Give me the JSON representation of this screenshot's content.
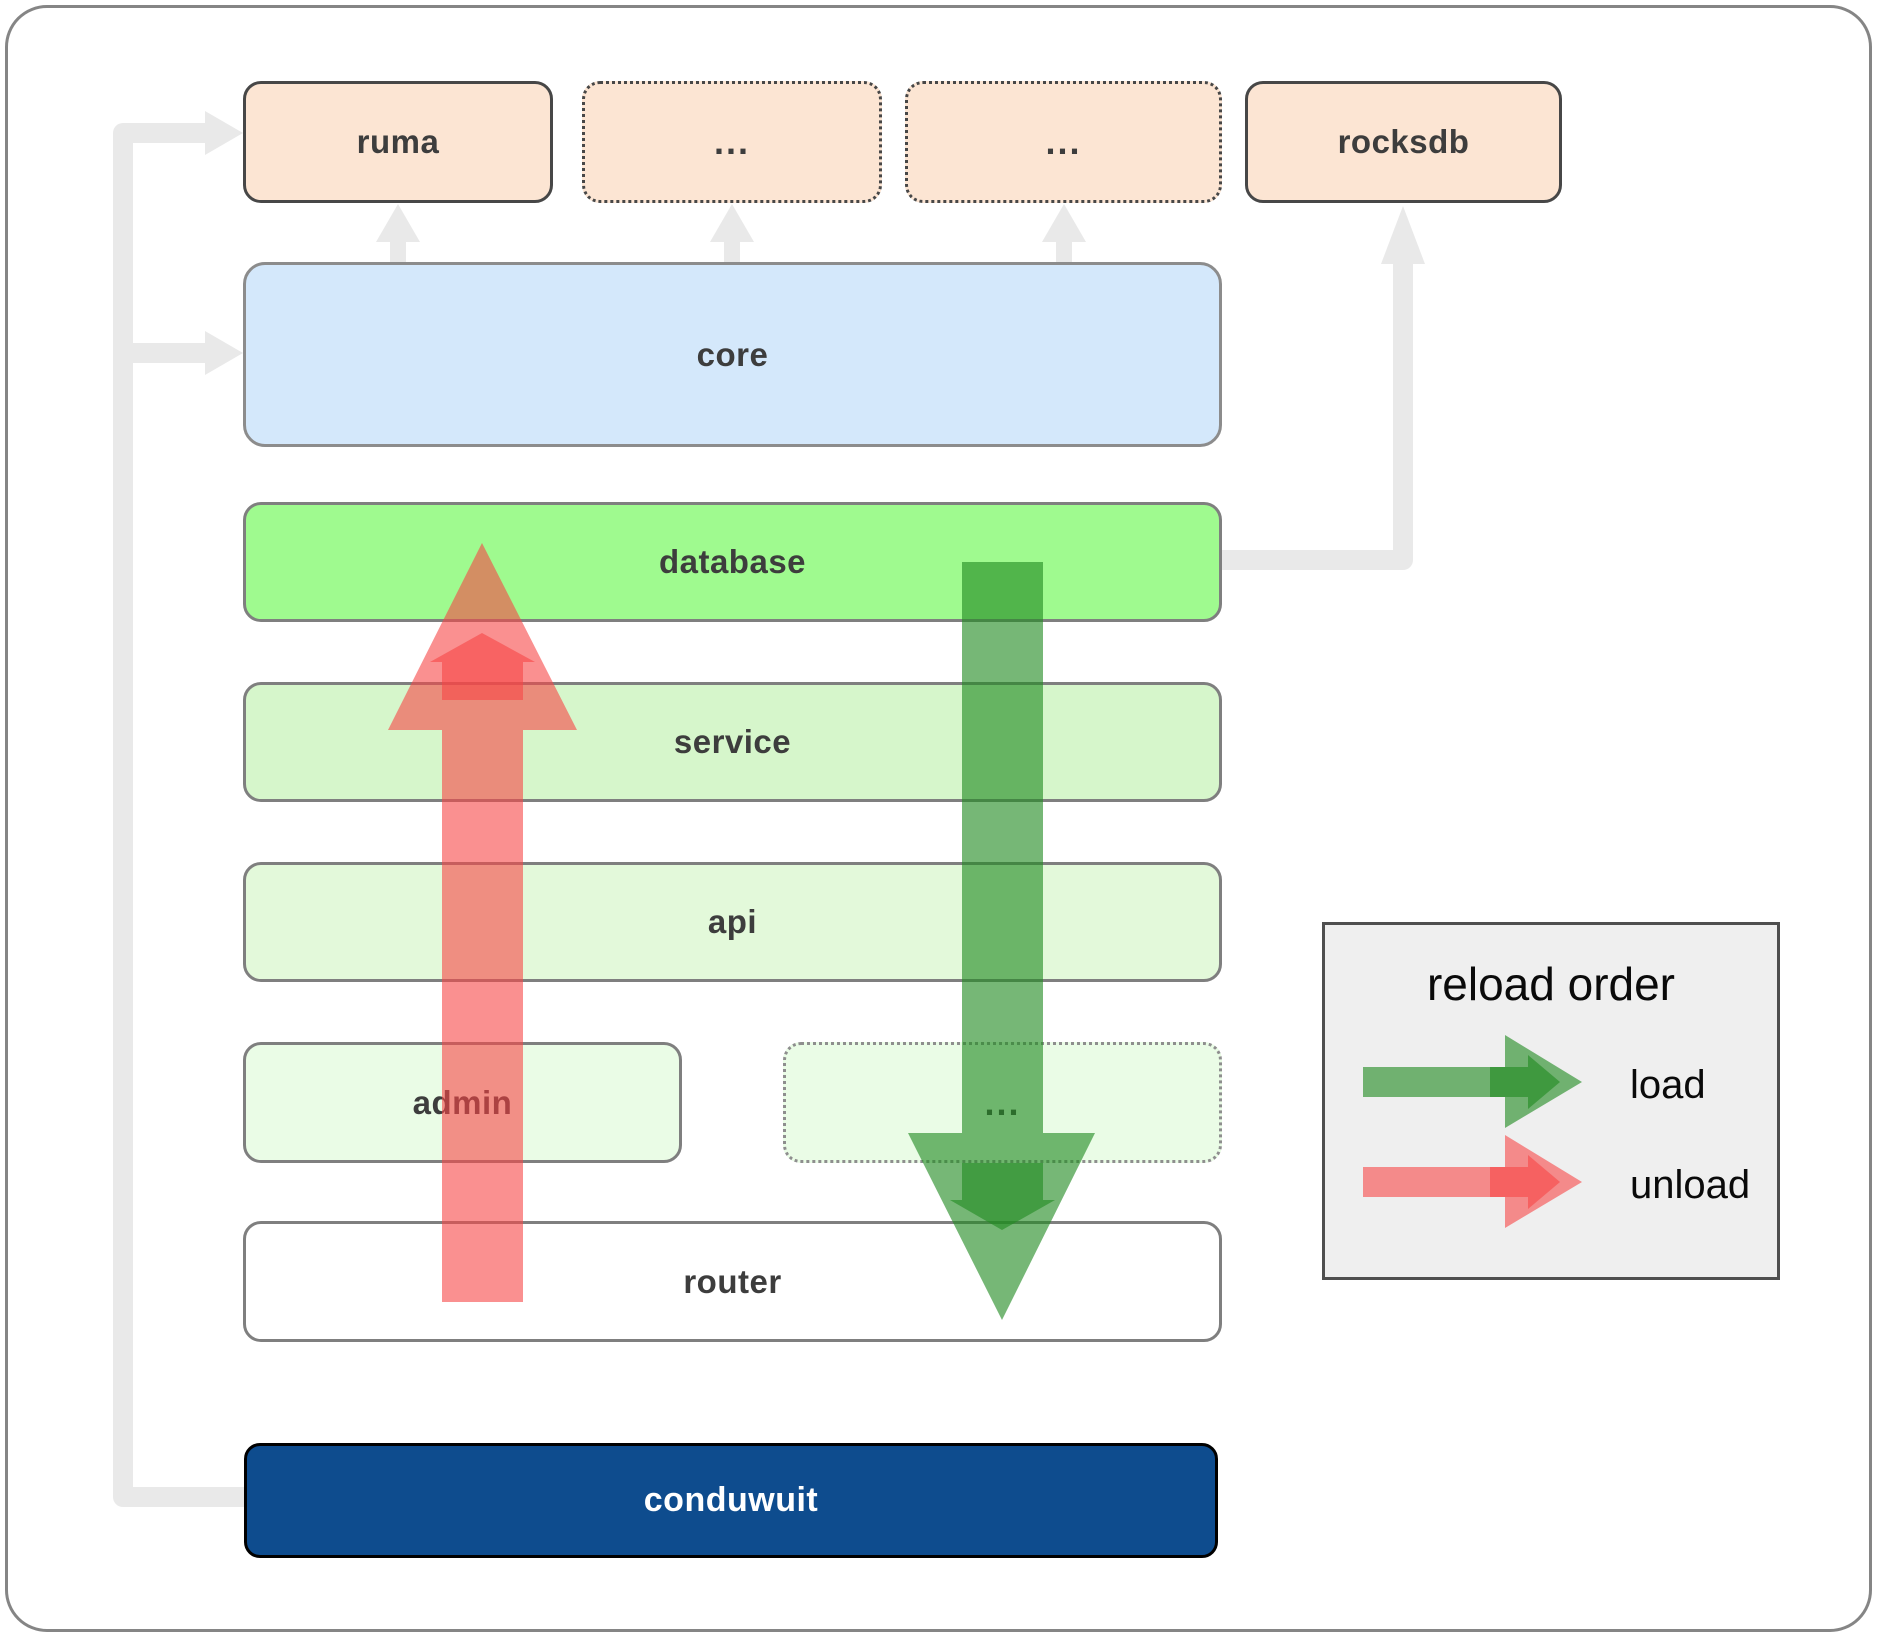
{
  "diagram": {
    "top_row": {
      "ruma": {
        "label": "ruma"
      },
      "ellipsis_1": {
        "label": "..."
      },
      "ellipsis_2": {
        "label": "..."
      },
      "rocksdb": {
        "label": "rocksdb"
      }
    },
    "layers": {
      "core": {
        "label": "core"
      },
      "database": {
        "label": "database"
      },
      "service": {
        "label": "service"
      },
      "api": {
        "label": "api"
      },
      "admin": {
        "label": "admin"
      },
      "admin_ellipsis": {
        "label": "..."
      },
      "router": {
        "label": "router"
      },
      "conduwuit": {
        "label": "conduwuit"
      }
    },
    "arrows": {
      "load_direction": "down",
      "unload_direction": "up"
    }
  },
  "legend": {
    "title": "reload order",
    "items": [
      {
        "label": "load",
        "color_key": "arrow_green"
      },
      {
        "label": "unload",
        "color_key": "arrow_red"
      }
    ]
  },
  "colors": {
    "peach_fill": "#fce5d3",
    "peach_border": "#474747",
    "core_fill": "#d4e8fb",
    "core_border": "#8c8c8c",
    "database_fill": "#9ffa8f",
    "service_fill": "#d6f6cb",
    "api_fill": "#e3f9da",
    "admin_fill": "#eafce6",
    "router_fill": "#ffffff",
    "green_border": "#7f7f7f",
    "conduwuit_fill": "#0e4c8e",
    "conduwuit_border": "#000000",
    "conduwuit_text": "#ffffff",
    "label_text": "#3d3d3d",
    "connector_gray": "#e9e9e9",
    "arrow_red": "rgba(246,70,70,0.60)",
    "arrow_green": "rgba(34,139,34,0.62)",
    "legend_bg": "#efefef",
    "legend_border": "#4f4f4f",
    "legend_text": "#0a0a0a",
    "outer_border": "#858585"
  }
}
